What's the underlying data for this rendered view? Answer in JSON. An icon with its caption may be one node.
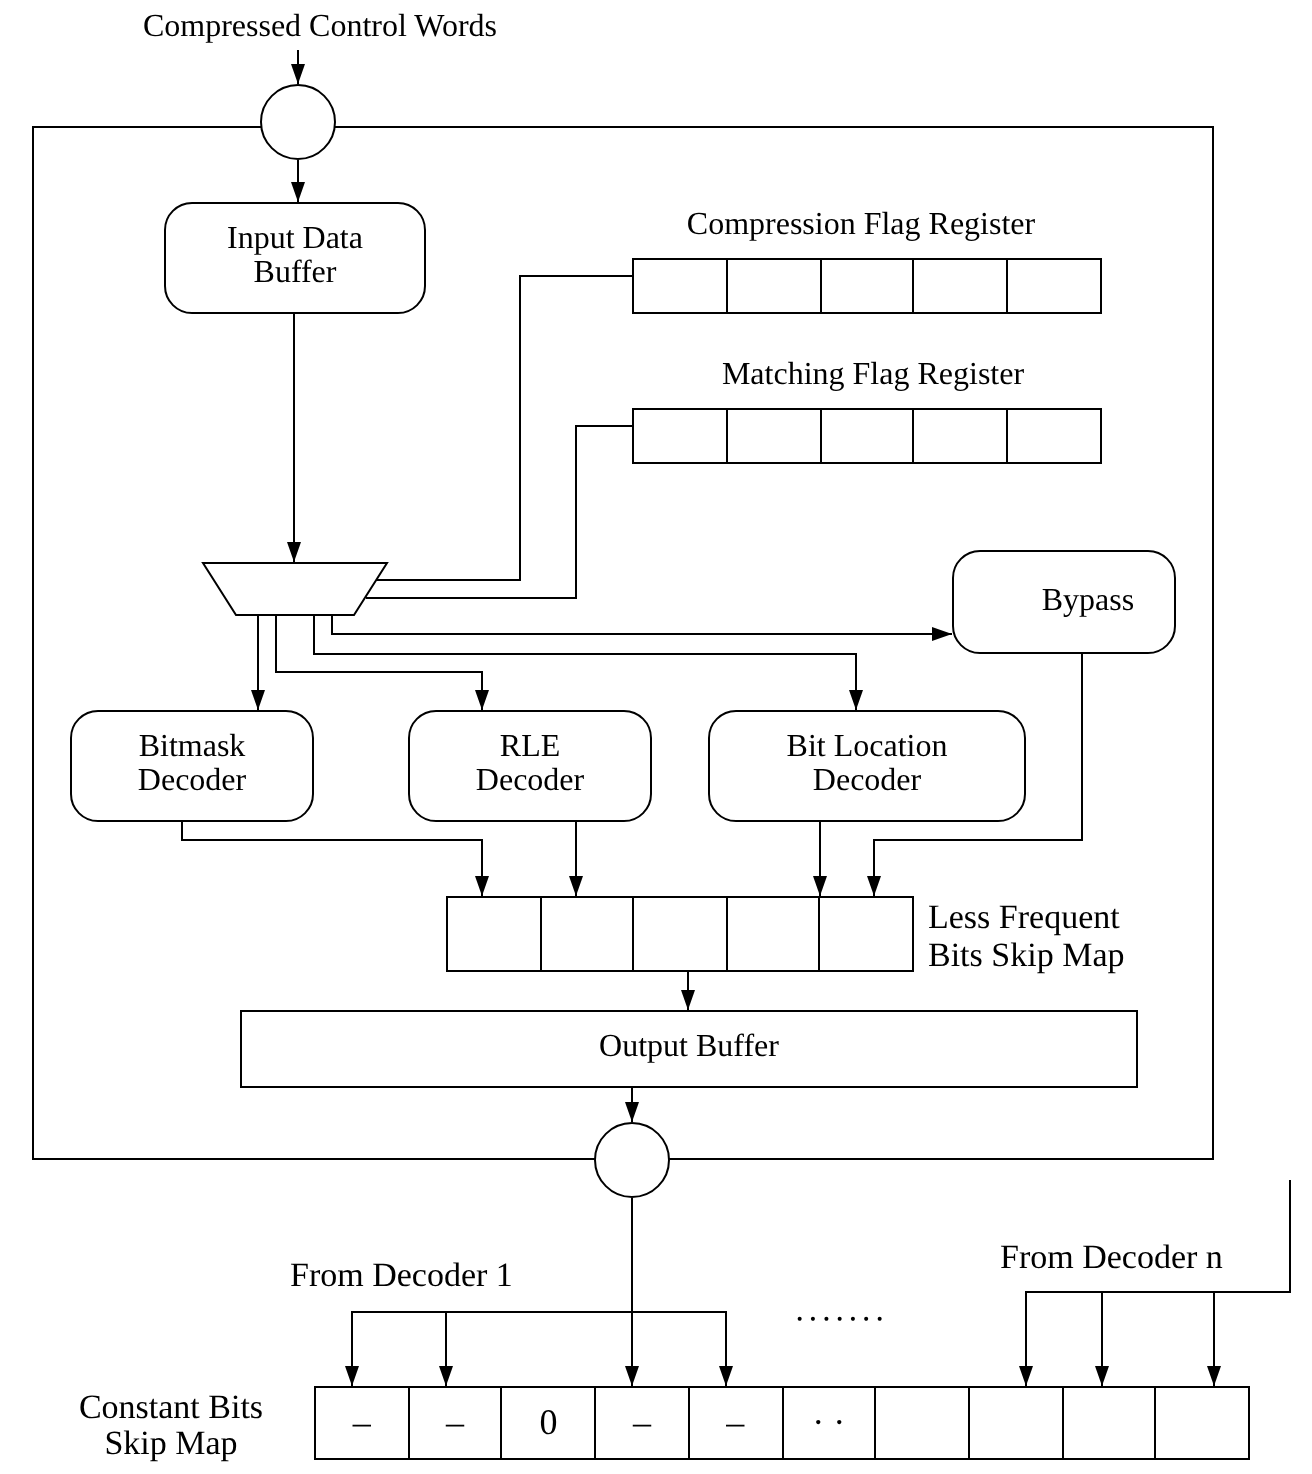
{
  "diagram": {
    "nodes": [
      {
        "text": [
          "Compressed Control Words"
        ]
      },
      {
        "text": [],
        "shape": "box"
      },
      {
        "text": [],
        "shape": "circle"
      },
      {
        "text": [
          "Input Data Buffer"
        ],
        "in": 1
      },
      {
        "text": [
          "Compression Flag Register"
        ],
        "in": 1
      },
      {
        "text": [
          "Matching Flag Register"
        ],
        "in": 1
      },
      {
        "text": [],
        "shape": "trapezoid",
        "in": 1
      },
      {
        "text": [
          "Bypass"
        ],
        "in": 1
      },
      {
        "text": [
          "Bitmask Decoder"
        ],
        "in": 1
      },
      {
        "text": [
          "RLE Decoder"
        ],
        "in": 1
      },
      {
        "text": [
          "Bit Location Decoder"
        ],
        "in": 1
      },
      {
        "text": [
          "Less Frequent Bits Skip Map"
        ],
        "in": 1
      },
      {
        "text": [
          "Output Buffer"
        ],
        "in": 1
      },
      {
        "text": [],
        "shape": "circle"
      },
      {
        "text": [
          "Constant Bits Skip Map",
          "–",
          "–",
          "0",
          "–",
          "–",
          "· ·"
        ]
      }
    ],
    "edges": [
      {
        "from": 0,
        "to": 2,
        "arrow": "to"
      },
      {
        "from": 2,
        "to": 3,
        "arrow": "to"
      },
      {
        "from": 3,
        "to": 6,
        "arrow": "to"
      },
      {
        "from": 4,
        "to": 6,
        "arrow": "none"
      },
      {
        "from": 5,
        "to": 6,
        "arrow": "none"
      },
      {
        "from": 6,
        "to": 8,
        "arrow": "to"
      },
      {
        "from": 6,
        "to": 9,
        "arrow": "to"
      },
      {
        "from": 6,
        "to": 10,
        "arrow": "to"
      },
      {
        "from": 6,
        "to": 7,
        "arrow": "to"
      },
      {
        "from": 8,
        "to": 11,
        "arrow": "to"
      },
      {
        "from": 9,
        "to": 11,
        "arrow": "to"
      },
      {
        "from": 10,
        "to": 11,
        "arrow": "to"
      },
      {
        "from": 7,
        "to": 11,
        "arrow": "to"
      },
      {
        "from": 11,
        "to": 12,
        "arrow": "to"
      },
      {
        "from": 12,
        "to": 13,
        "arrow": "to"
      },
      {
        "from": 13,
        "to": 14,
        "arrow": "to"
      },
      {
        "from": 13,
        "to": 14,
        "arrow": "to"
      },
      {
        "from": 13,
        "to": 14,
        "arrow": "to"
      },
      {
        "from": 13,
        "to": 14,
        "arrow": "to"
      },
      {
        "from": null,
        "to": 14,
        "arrow": "to"
      },
      {
        "from": null,
        "to": 14,
        "arrow": "to"
      },
      {
        "from": null,
        "to": 14,
        "arrow": "to"
      }
    ],
    "labels": [
      "From Decoder 1",
      "·······",
      "From Decoder n"
    ]
  }
}
